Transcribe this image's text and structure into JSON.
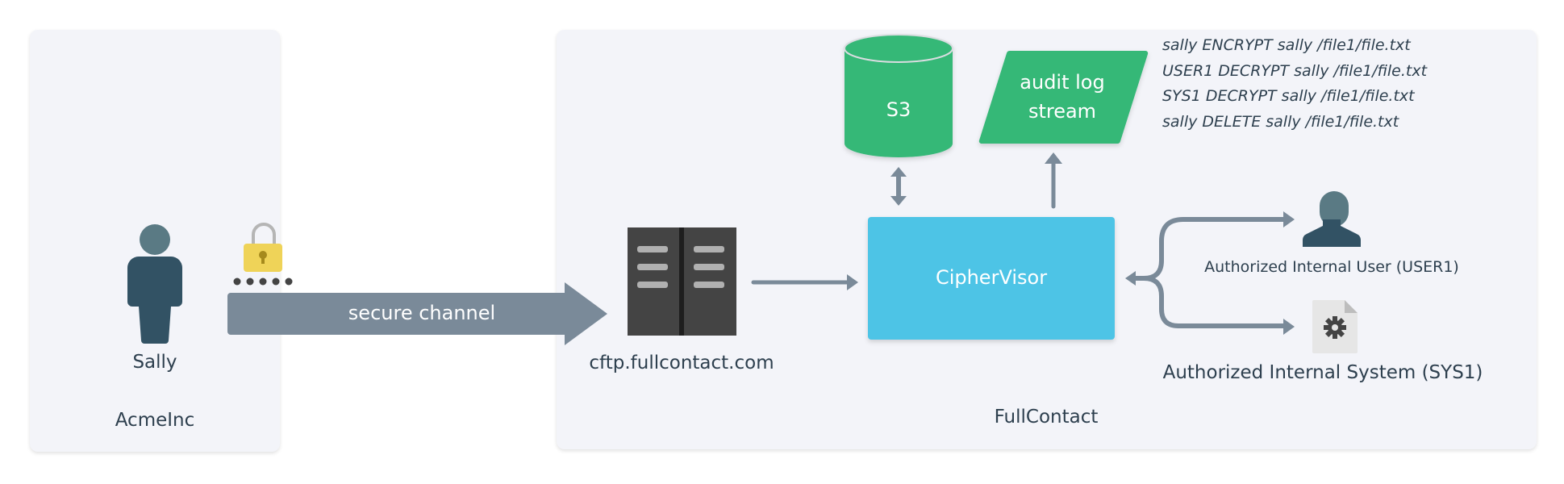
{
  "diagram": {
    "groups": {
      "left": {
        "label": "AcmeInc"
      },
      "right": {
        "label": "FullContact"
      }
    },
    "nodes": {
      "sally": {
        "label": "Sally",
        "icon": "person-icon"
      },
      "lock": {
        "icon": "padlock-icon"
      },
      "channel": {
        "label": "secure channel"
      },
      "server": {
        "label": "cftp.fullcontact.com",
        "icon": "server-icon"
      },
      "s3": {
        "label": "S3",
        "shape": "cylinder"
      },
      "audit": {
        "label_line1": "audit log",
        "label_line2": "stream",
        "shape": "parallelogram"
      },
      "ciphervisor": {
        "label": "CipherVisor"
      },
      "user1": {
        "label": "Authorized Internal User (USER1)",
        "icon": "user-icon"
      },
      "sys1": {
        "label": "Authorized Internal System (SYS1)",
        "icon": "gear-file-icon"
      }
    },
    "audit_log": [
      "sally ENCRYPT sally /file1/file.txt",
      "USER1 DECRYPT sally /file1/file.txt",
      "SYS1 DECRYPT sally /file1/file.txt",
      "sally DELETE sally /file1/file.txt"
    ],
    "edges": [
      {
        "from": "sally",
        "to": "server",
        "label": "secure channel"
      },
      {
        "from": "server",
        "to": "ciphervisor"
      },
      {
        "from": "ciphervisor",
        "to": "s3",
        "bidirectional": true
      },
      {
        "from": "ciphervisor",
        "to": "audit"
      },
      {
        "from": "ciphervisor",
        "to": "user1",
        "bidirectional": true
      },
      {
        "from": "ciphervisor",
        "to": "sys1",
        "bidirectional": true
      }
    ],
    "colors": {
      "panel": "#f3f4f9",
      "green": "#34b877",
      "cyan": "#4dc4e6",
      "arrow": "#7a8a99",
      "person_dark": "#325264",
      "person_head": "#5a7a84",
      "lock": "#efd358",
      "server": "#444444"
    }
  }
}
